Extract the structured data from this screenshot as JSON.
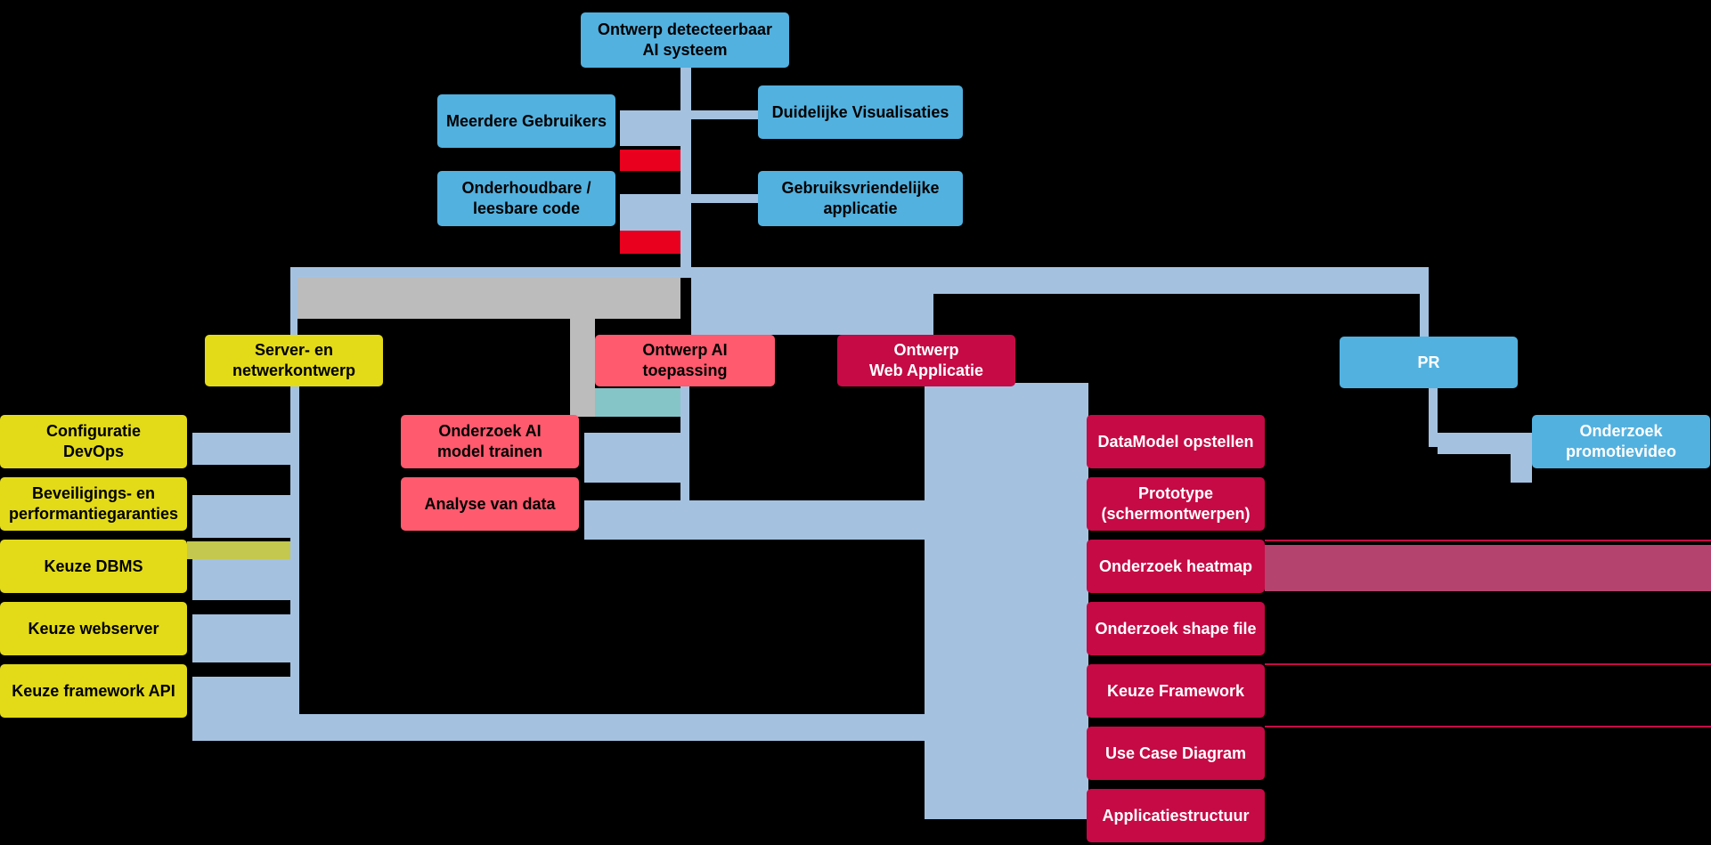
{
  "diagram": {
    "root": {
      "lines": [
        "Ontwerp detecteerbaar",
        "AI systeem"
      ]
    },
    "requirements_left": [
      {
        "lines": [
          "Meerdere Gebruikers"
        ]
      },
      {
        "lines": [
          "Onderhoudbare /",
          "leesbare code"
        ]
      }
    ],
    "requirements_right": [
      {
        "lines": [
          "Duidelijke Visualisaties"
        ]
      },
      {
        "lines": [
          "Gebruiksvriendelijke",
          "applicatie"
        ]
      }
    ],
    "branches": {
      "server": {
        "lines": [
          "Server- en",
          "netwerkontwerp"
        ],
        "children": [
          {
            "lines": [
              "Configuratie",
              "DevOps"
            ]
          },
          {
            "lines": [
              "Beveiligings- en",
              "performantiegaranties"
            ]
          },
          {
            "lines": [
              "Keuze DBMS"
            ]
          },
          {
            "lines": [
              "Keuze webserver"
            ]
          },
          {
            "lines": [
              "Keuze framework API"
            ]
          }
        ]
      },
      "ai": {
        "lines": [
          "Ontwerp AI",
          "toepassing"
        ],
        "children": [
          {
            "lines": [
              "Onderzoek AI",
              "model trainen"
            ]
          },
          {
            "lines": [
              "Analyse van data"
            ]
          }
        ]
      },
      "web": {
        "lines": [
          "Ontwerp",
          "Web Applicatie"
        ],
        "children": [
          {
            "lines": [
              "DataModel opstellen"
            ]
          },
          {
            "lines": [
              "Prototype",
              "(schermontwerpen)"
            ]
          },
          {
            "lines": [
              "Onderzoek heatmap"
            ]
          },
          {
            "lines": [
              "Onderzoek shape file"
            ]
          },
          {
            "lines": [
              "Keuze Framework"
            ]
          },
          {
            "lines": [
              "Use Case Diagram"
            ]
          },
          {
            "lines": [
              "Applicatiestructuur"
            ]
          }
        ]
      },
      "pr": {
        "lines": [
          "PR"
        ],
        "children": [
          {
            "lines": [
              "Onderzoek",
              "promotievideo"
            ]
          }
        ]
      }
    },
    "colors": {
      "background": "#000000",
      "connector": "#a4c2e0",
      "connector_gray": "#bcbcbc",
      "blue_node": "#52b1df",
      "yellow_node": "#e3db18",
      "pink_node": "#ff5a6e",
      "crimson_node": "#c50a45",
      "red_marker": "#e8001e",
      "olive_patch": "#c4c84e",
      "teal_patch": "#86c5c7",
      "mauve_patch": "#b4436e"
    }
  }
}
